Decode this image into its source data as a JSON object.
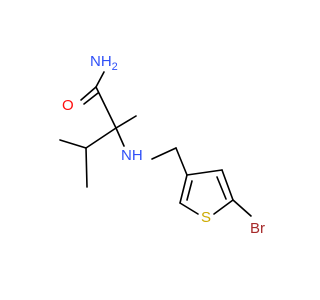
{
  "molecule": {
    "atoms": {
      "amide_n": {
        "label": "NH",
        "subscript": "2",
        "color": "#3050F8"
      },
      "carbonyl_o": {
        "label": "O",
        "color": "#FF0D0D"
      },
      "amine_n": {
        "label": "NH",
        "color": "#3050F8"
      },
      "sulfur": {
        "label": "S",
        "color": "#CCAA00"
      },
      "bromine": {
        "label": "Br",
        "color": "#A62929"
      }
    },
    "bond_color": "#000000"
  }
}
